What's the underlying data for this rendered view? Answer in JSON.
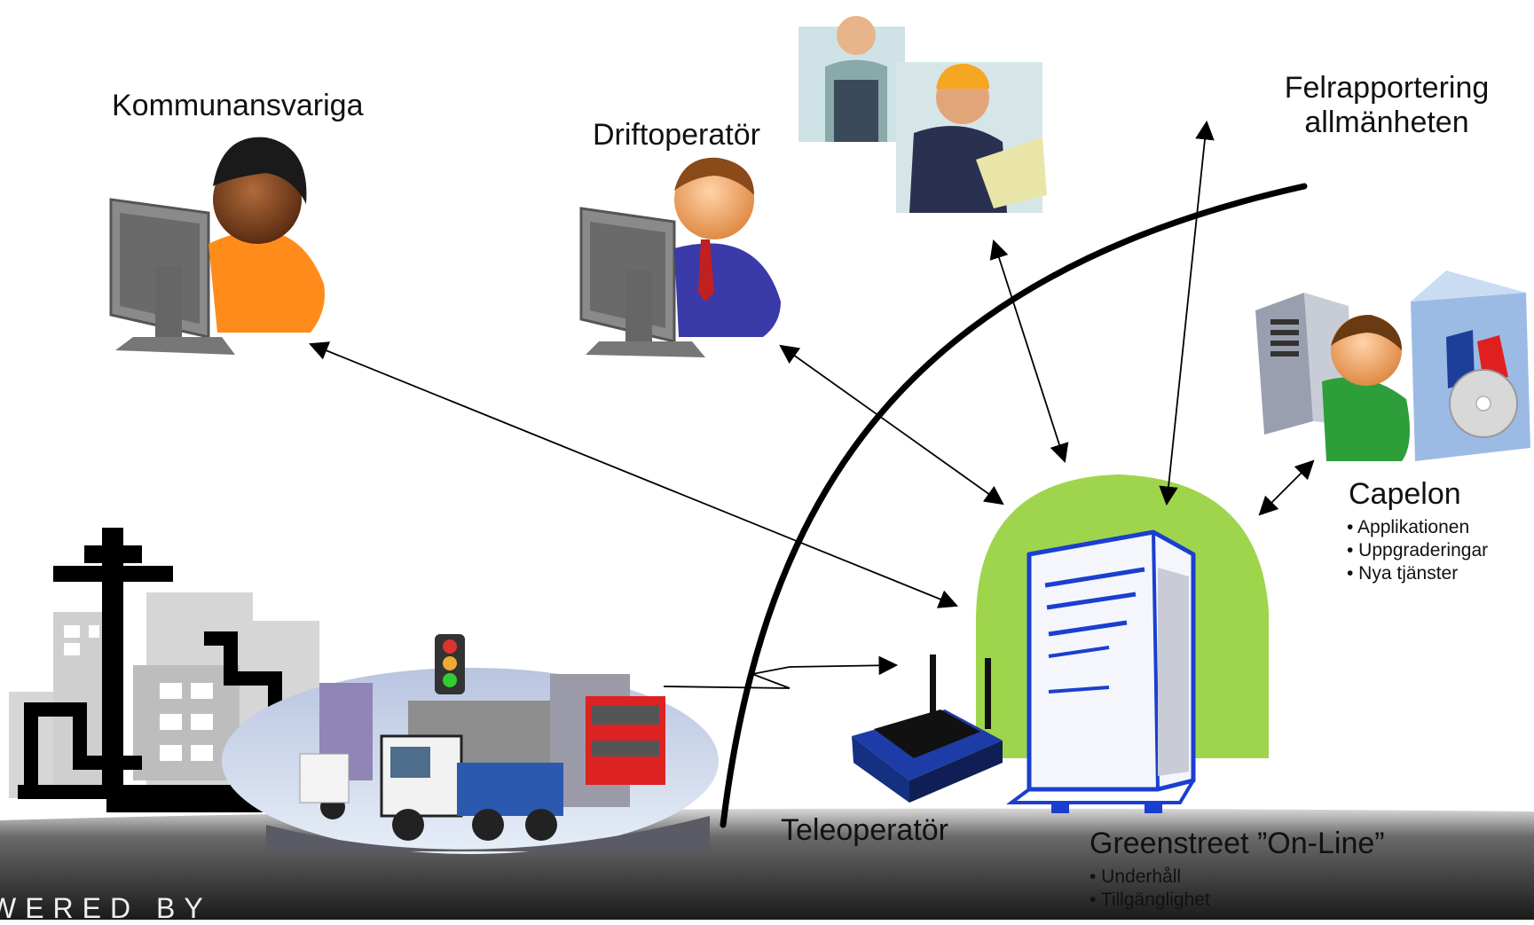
{
  "nodes": {
    "kommun": {
      "label": "Kommunansvariga"
    },
    "drift": {
      "label": "Driftoperatör"
    },
    "fel": {
      "line1": "Felrapportering",
      "line2": "allmänheten"
    },
    "capelon": {
      "label": "Capelon",
      "items": [
        "• Applikationen",
        "• Uppgraderingar",
        "• Nya tjänster"
      ]
    },
    "tele": {
      "label": "Teleoperatör"
    },
    "greenstreet": {
      "label": "Greenstreet ”On-Line”",
      "items": [
        "• Underhåll",
        "• Tillgänglighet"
      ]
    }
  },
  "footer": {
    "text": "WERED BY"
  },
  "colors": {
    "bubble": "#9fd54c",
    "server_outline": "#1a3fd0",
    "footer_dark": "#1c1c1c"
  }
}
